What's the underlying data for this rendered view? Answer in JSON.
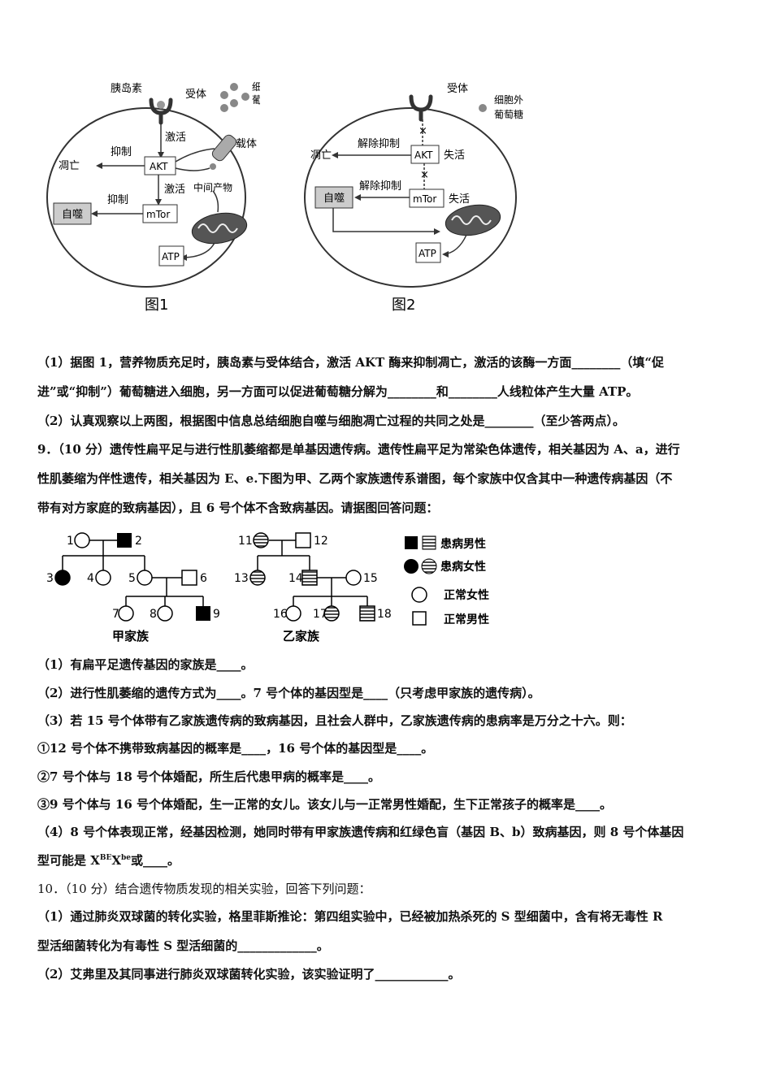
{
  "fig1": {
    "insulin": "胰岛素",
    "receptor": "受体",
    "extracellular_glucose_1": "细胞外",
    "extracellular_glucose_2": "葡萄糖",
    "activate": "激活",
    "inhibit": "抑制",
    "carrier": "载体",
    "apoptosis": "凋亡",
    "akt": "AKT",
    "activate2": "激活",
    "intermediate": "中间产物",
    "inhibit2": "抑制",
    "autophagy": "自噬",
    "mtor": "mTor",
    "atp": "ATP",
    "caption": "图1"
  },
  "fig2": {
    "receptor": "受体",
    "extracellular_glucose_1": "细胞外",
    "extracellular_glucose_2": "葡萄糖",
    "release_inhibit": "解除抑制",
    "apoptosis": "凋亡",
    "akt": "AKT",
    "inactive": "失活",
    "release_inhibit2": "解除抑制",
    "autophagy": "自噬",
    "mtor": "mTor",
    "inactive2": "失活",
    "atp": "ATP",
    "caption": "图2"
  },
  "q8": {
    "p1": "（1）据图 1，营养物质充足时，胰岛素与受体结合，激活 AKT 酶来抑制凋亡，激活的该酶一方面________（填“促",
    "p1b": "进”或“抑制”）葡萄糖进入细胞，另一方面可以促进葡萄糖分解为________和________人线粒体产生大量 ATP。",
    "p2": "（2）认真观察以上两图，根据图中信息总结细胞自噬与细胞凋亡过程的共同之处是________（至少答两点）。"
  },
  "q9": {
    "intro1": "9．（10 分）遗传性扁平足与进行性肌萎缩都是单基因遗传病。遗传性扁平足为常染色体遗传，相关基因为 A、a，进行",
    "intro2": "性肌萎缩为伴性遗传，相关基因为 E、e.下图为甲、乙两个家族遗传系谱图，每个家族中仅含其中一种遗传病基因（不",
    "intro3": "带有对方家庭的致病基因），且 6 号个体不含致病基因。请据图回答问题：",
    "pedigree": {
      "family_a": "甲家族",
      "family_b": "乙家族",
      "ids": [
        "1",
        "2",
        "3",
        "4",
        "5",
        "6",
        "7",
        "8",
        "9",
        "11",
        "12",
        "13",
        "14",
        "15",
        "16",
        "17",
        "18"
      ],
      "legend_affected_male": "患病男性",
      "legend_affected_female": "患病女性",
      "legend_normal_female": "正常女性",
      "legend_normal_male": "正常男性"
    },
    "q1": "（1）有扁平足遗传基因的家族是____。",
    "q2": "（2）进行性肌萎缩的遗传方式为____。7 号个体的基因型是____（只考虑甲家族的遗传病）。",
    "q3": "（3）若 15 号个体带有乙家族遗传病的致病基因，且社会人群中，乙家族遗传病的患病率是万分之十六。则：",
    "q3a": "①12 号个体不携带致病基因的概率是____，16 号个体的基因型是____。",
    "q3b": "②7 号个体与 18 号个体婚配，所生后代患甲病的概率是____。",
    "q3c": "③9 号个体与 16 号个体婚配，生一正常的女儿。该女儿与一正常男性婚配，生下正常孩子的概率是____。",
    "q4a": "（4）8 号个体表现正常，经基因检测，她同时带有甲家族遗传病和红绿色盲（基因 B、b）致病基因，则 8 号个体基因",
    "q4b_pre": "型可能是 X",
    "q4b_sup1": "BE",
    "q4b_mid": "X",
    "q4b_sup2": "be",
    "q4b_post": "或____。"
  },
  "q10": {
    "intro": "10．（10 分）结合遗传物质发现的相关实验，回答下列问题：",
    "q1a": "（1）通过肺炎双球菌的转化实验，格里菲斯推论：第四组实验中，已经被加热杀死的 S 型细菌中，含有将无毒性 R",
    "q1b": "型活细菌转化为有毒性 S 型活细菌的_____________。",
    "q2": "（2）艾弗里及其同事进行肺炎双球菌转化实验，该实验证明了____________。"
  }
}
